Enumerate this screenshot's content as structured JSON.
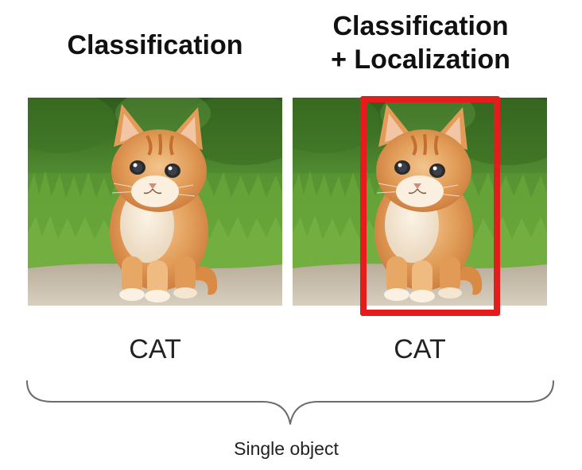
{
  "columns": [
    {
      "heading_lines": [
        "Classification"
      ],
      "label": "CAT"
    },
    {
      "heading_lines": [
        "Classification",
        "+ Localization"
      ],
      "label": "CAT"
    }
  ],
  "brace_caption": "Single object",
  "colors": {
    "bounding_box": "#e51c1c",
    "text": "#111111",
    "brace": "#6b6b6b"
  },
  "icons": {
    "photo": "kitten-photo",
    "brace": "curly-brace-icon"
  }
}
